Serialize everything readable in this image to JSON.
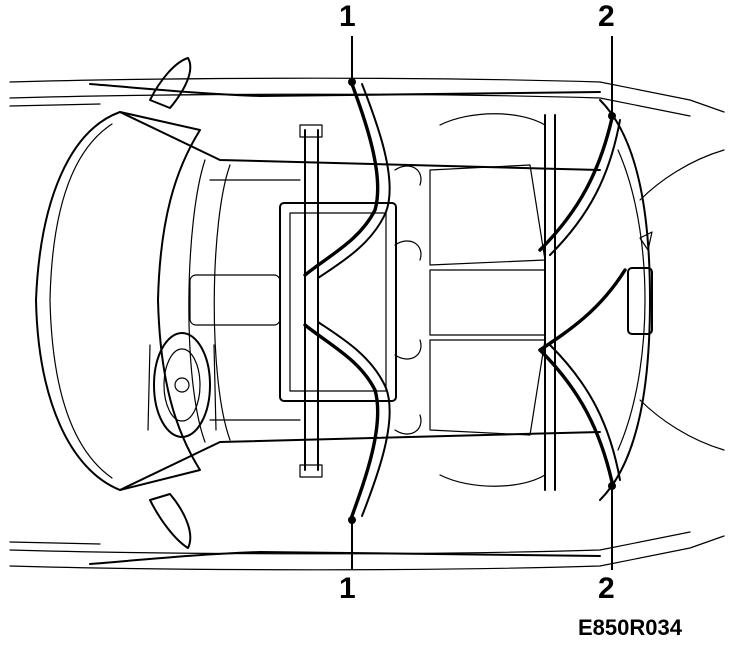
{
  "callouts": {
    "top_left": "1",
    "top_right": "2",
    "bottom_left": "1",
    "bottom_right": "2"
  },
  "figure_code": "E850R034"
}
